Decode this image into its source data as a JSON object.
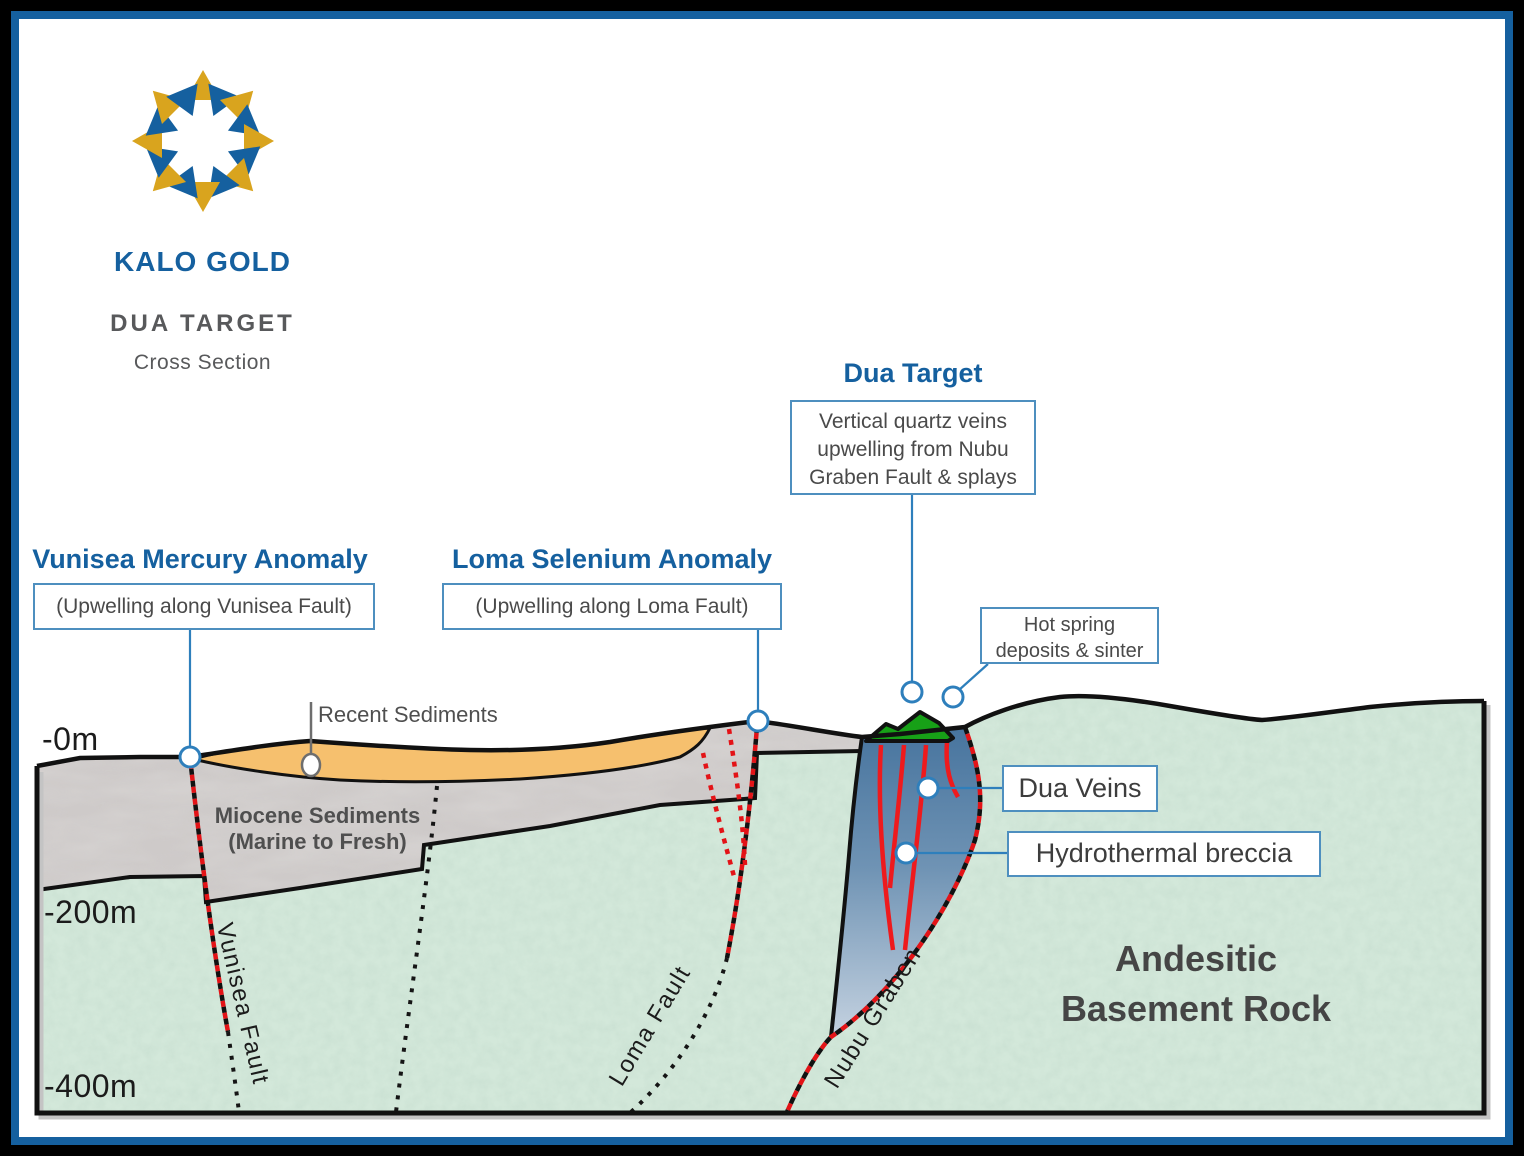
{
  "brand": {
    "name": "KALO GOLD",
    "project": "DUA TARGET",
    "view": "Cross Section"
  },
  "colors": {
    "accent_blue": "#15609f",
    "box_border": "#4e8fbf",
    "recent_sediments_orange": "#f6c06e",
    "miocene_gray": "#cecac9",
    "basement_green": "#d3e8da",
    "graben_blue_top": "#4a7ca8",
    "graben_blue_bottom": "#c6d3e1",
    "vein_red": "#ee1a1d",
    "hot_spring_green": "#17a017",
    "fault_red": "#e31317",
    "fault_black": "#111111",
    "logo_gold": "#d9a41e",
    "logo_blue": "#15609f"
  },
  "callouts": {
    "dua_target": {
      "heading": "Dua Target",
      "lines": [
        "Vertical quartz veins",
        "upwelling from Nubu",
        "Graben Fault & splays"
      ]
    },
    "vunisea_anomaly": {
      "heading": "Vunisea Mercury Anomaly",
      "note": "(Upwelling along Vunisea Fault)"
    },
    "loma_anomaly": {
      "heading": "Loma Selenium Anomaly",
      "note": "(Upwelling along Loma Fault)"
    },
    "hot_spring": {
      "lines": [
        "Hot spring",
        "deposits & sinter"
      ]
    },
    "dua_veins": {
      "label": "Dua Veins"
    },
    "hydrothermal_breccia": {
      "label": "Hydrothermal breccia"
    },
    "recent_sediments": {
      "label": "Recent Sediments"
    }
  },
  "layers": {
    "miocene": {
      "lines": [
        "Miocene Sediments",
        "(Marine to Fresh)"
      ]
    },
    "basement": {
      "lines": [
        "Andesitic",
        "Basement Rock"
      ]
    }
  },
  "faults": {
    "vunisea": "Vunisea Fault",
    "loma": "Loma Fault",
    "nubu": "Nubu Graben"
  },
  "depth_scale": {
    "labels": [
      "-0m",
      "-200m",
      "-400m"
    ]
  }
}
